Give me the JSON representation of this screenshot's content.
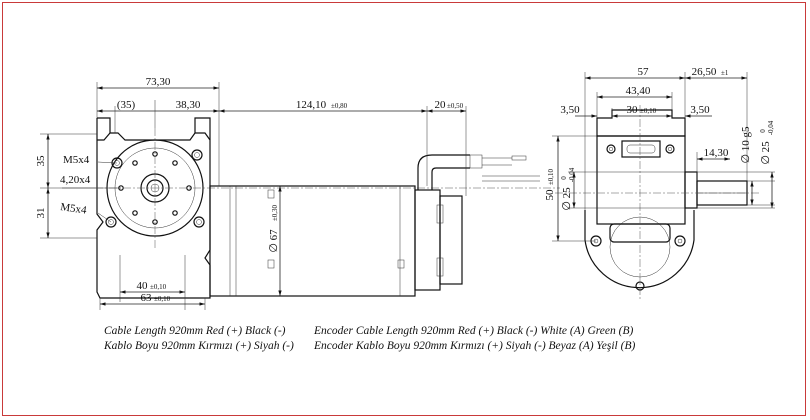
{
  "dims": {
    "overall_width_left": "73,30",
    "d35_paren": "(35)",
    "d38": "38,30",
    "d124": "124,10",
    "d124_tol": "±0,80",
    "d20": "20",
    "d20_tol": "±0,50",
    "d35_side": "35",
    "d31_side": "31",
    "m5x4_top": "M5x4",
    "hole_4_20": "4,20x4",
    "m5x4_bottom": "M5x4",
    "dia67": "∅ 67",
    "dia67_tol": "±0,30",
    "d40": "40",
    "d40_tol": "±0,10",
    "d63": "63",
    "d63_tol": "±0,10",
    "d57": "57",
    "d26": "26,50",
    "d26_tol": "±1",
    "d43": "43,40",
    "d30": "30",
    "d30_tol": "±0,10",
    "d3_50_left": "3,50",
    "d3_50_right": "3,50",
    "d14": "14,30",
    "d50": "50",
    "d50_tol": "±0,10",
    "dia25_left": "∅ 25",
    "dia25_left_tol_top": "0",
    "dia25_left_tol_bot": "-0,04",
    "dia10": "∅ 10 g5",
    "dia25_right": "∅ 25",
    "dia25_right_tol_top": "0",
    "dia25_right_tol_bot": "-0,04"
  },
  "notes": {
    "cable_en": "Cable Length 920mm Red (+) Black (-)",
    "encoder_en": "Encoder Cable Length 920mm Red (+) Black (-) White (A) Green (B)",
    "cable_tr": "Kablo Boyu 920mm Kırmızı (+) Siyah (-)",
    "encoder_tr": "Encoder Kablo Boyu 920mm Kırmızı (+) Siyah (-) Beyaz (A) Yeşil (B)"
  }
}
